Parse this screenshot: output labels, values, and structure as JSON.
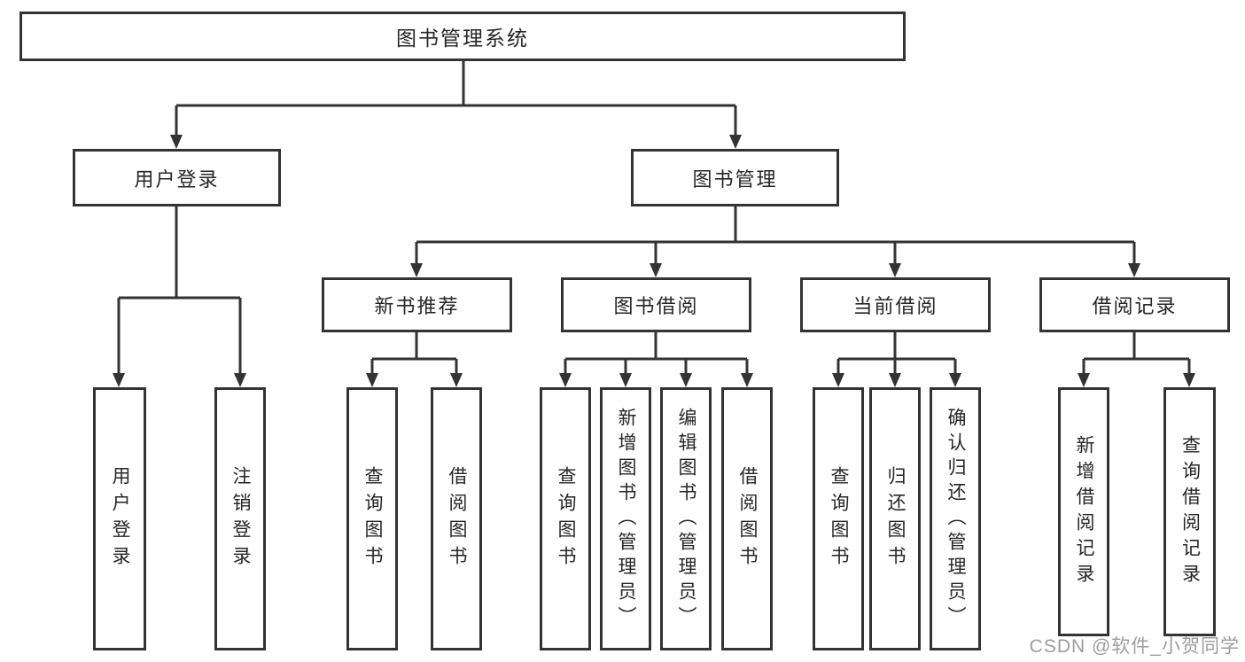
{
  "page": {
    "background": "#ffffff"
  },
  "colors": {
    "line": "#333333",
    "box_border": "#333333",
    "box_fill": "#ffffff",
    "text": "#262626",
    "watermark_text": "#9c9c9c"
  },
  "tree": {
    "root": {
      "label": "图书管理系统",
      "children": [
        {
          "label": "用户登录",
          "children": [
            {
              "label": "用户登录"
            },
            {
              "label": "注销登录"
            }
          ]
        },
        {
          "label": "图书管理",
          "children": [
            {
              "label": "新书推荐",
              "children": [
                {
                  "label": "查询图书"
                },
                {
                  "label": "借阅图书"
                }
              ]
            },
            {
              "label": "图书借阅",
              "children": [
                {
                  "label": "查询图书"
                },
                {
                  "label": "新增图书（管理员）"
                },
                {
                  "label": "编辑图书（管理员）"
                },
                {
                  "label": "借阅图书"
                }
              ]
            },
            {
              "label": "当前借阅",
              "children": [
                {
                  "label": "查询图书"
                },
                {
                  "label": "归还图书"
                },
                {
                  "label": "确认归还（管理员）"
                }
              ]
            },
            {
              "label": "借阅记录",
              "children": [
                {
                  "label": "新增借阅记录"
                },
                {
                  "label": "查询借阅记录"
                }
              ]
            }
          ]
        }
      ]
    }
  },
  "watermark": {
    "text": "CSDN @软件_小贺同学"
  }
}
